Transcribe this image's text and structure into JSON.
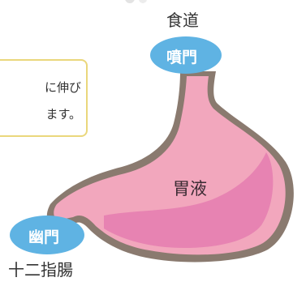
{
  "labels": {
    "esophagus": "食道",
    "cardia": "噴門",
    "gastric_juice": "胃液",
    "pylorus": "幽門",
    "duodenum": "十二指腸"
  },
  "callout": {
    "line1": "に伸び",
    "line2": "ます。"
  },
  "colors": {
    "stomach_fill": "#f2a7bd",
    "stomach_outline": "#8a7a6f",
    "juice_fill": "#e57fb0",
    "badge_blue": "#5fb3e3",
    "callout_border": "#ead77c"
  }
}
